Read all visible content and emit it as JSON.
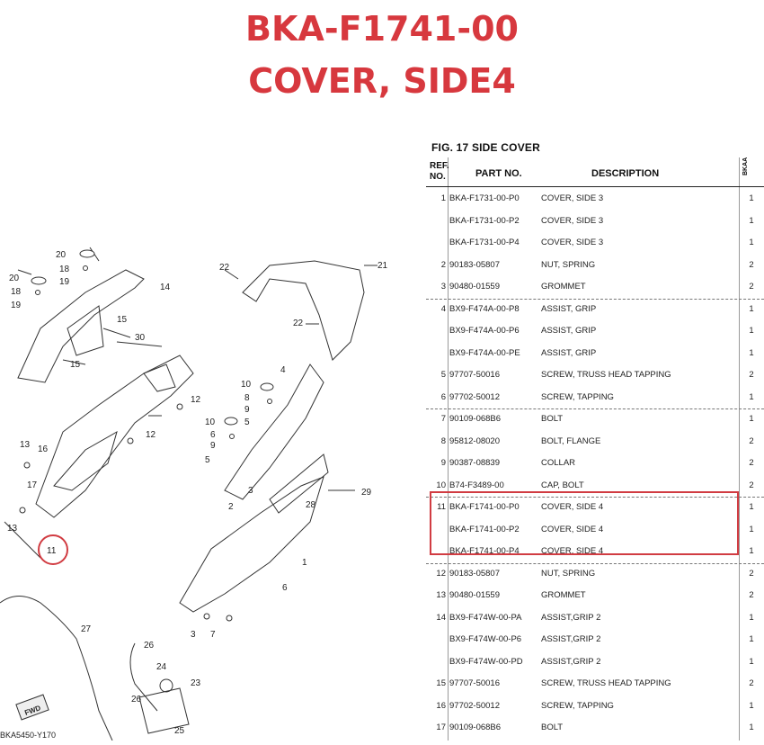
{
  "header": {
    "part_number": "BKA-F1741-00",
    "part_name": "COVER, SIDE4"
  },
  "figure": {
    "title": "FIG. 17  SIDE COVER",
    "code": "BKA5450-Y170",
    "fwd_label": "FWD",
    "callouts": [
      "20",
      "18",
      "19",
      "20",
      "18",
      "19",
      "14",
      "15",
      "15",
      "30",
      "11",
      "12",
      "13",
      "16",
      "17",
      "13",
      "22",
      "21",
      "22",
      "4",
      "10",
      "8",
      "9",
      "5",
      "10",
      "6",
      "9",
      "5",
      "12",
      "3",
      "2",
      "28",
      "29",
      "1",
      "6",
      "7",
      "3",
      "27",
      "26",
      "24",
      "23",
      "25",
      "26"
    ]
  },
  "table": {
    "headers": {
      "ref": "REF.\nNO.",
      "part": "PART NO.",
      "desc": "DESCRIPTION",
      "model": "BKAA"
    },
    "rows": [
      {
        "ref": "1",
        "part": "BKA-F1731-00-P0",
        "desc": "COVER, SIDE 3",
        "qty": "1"
      },
      {
        "ref": "",
        "part": "BKA-F1731-00-P2",
        "desc": "COVER, SIDE 3",
        "qty": "1"
      },
      {
        "ref": "",
        "part": "BKA-F1731-00-P4",
        "desc": "COVER, SIDE 3",
        "qty": "1"
      },
      {
        "ref": "2",
        "part": "90183-05807",
        "desc": "NUT, SPRING",
        "qty": "2"
      },
      {
        "ref": "3",
        "part": "90480-01559",
        "desc": "GROMMET",
        "qty": "2"
      },
      {
        "ref": "4",
        "part": "BX9-F474A-00-P8",
        "desc": "ASSIST, GRIP",
        "qty": "1"
      },
      {
        "ref": "",
        "part": "BX9-F474A-00-P6",
        "desc": "ASSIST, GRIP",
        "qty": "1"
      },
      {
        "ref": "",
        "part": "BX9-F474A-00-PE",
        "desc": "ASSIST, GRIP",
        "qty": "1"
      },
      {
        "ref": "5",
        "part": "97707-50016",
        "desc": "SCREW, TRUSS HEAD TAPPING",
        "qty": "2"
      },
      {
        "ref": "6",
        "part": "97702-50012",
        "desc": "SCREW, TAPPING",
        "qty": "1"
      },
      {
        "ref": "7",
        "part": "90109-068B6",
        "desc": "BOLT",
        "qty": "1"
      },
      {
        "ref": "8",
        "part": "95812-08020",
        "desc": "BOLT, FLANGE",
        "qty": "2"
      },
      {
        "ref": "9",
        "part": "90387-08839",
        "desc": "COLLAR",
        "qty": "2"
      },
      {
        "ref": "10",
        "part": "B74-F3489-00",
        "desc": "CAP, BOLT",
        "qty": "2"
      },
      {
        "ref": "11",
        "part": "BKA-F1741-00-P0",
        "desc": "COVER, SIDE 4",
        "qty": "1"
      },
      {
        "ref": "",
        "part": "BKA-F1741-00-P2",
        "desc": "COVER, SIDE 4",
        "qty": "1"
      },
      {
        "ref": "",
        "part": "BKA-F1741-00-P4",
        "desc": "COVER, SIDE 4",
        "qty": "1"
      },
      {
        "ref": "12",
        "part": "90183-05807",
        "desc": "NUT, SPRING",
        "qty": "2"
      },
      {
        "ref": "13",
        "part": "90480-01559",
        "desc": "GROMMET",
        "qty": "2"
      },
      {
        "ref": "14",
        "part": "BX9-F474W-00-PA",
        "desc": "ASSIST,GRIP 2",
        "qty": "1"
      },
      {
        "ref": "",
        "part": "BX9-F474W-00-P6",
        "desc": "ASSIST,GRIP 2",
        "qty": "1"
      },
      {
        "ref": "",
        "part": "BX9-F474W-00-PD",
        "desc": "ASSIST,GRIP 2",
        "qty": "1"
      },
      {
        "ref": "15",
        "part": "97707-50016",
        "desc": "SCREW, TRUSS HEAD TAPPING",
        "qty": "2"
      },
      {
        "ref": "16",
        "part": "97702-50012",
        "desc": "SCREW, TAPPING",
        "qty": "1"
      },
      {
        "ref": "17",
        "part": "90109-068B6",
        "desc": "BOLT",
        "qty": "1"
      }
    ]
  },
  "colors": {
    "accent": "#d7383e",
    "highlight_box": "#d13c42"
  }
}
